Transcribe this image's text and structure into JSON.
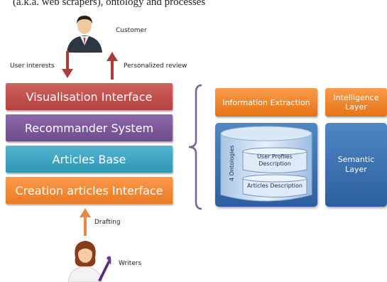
{
  "header_fragment": "(a.k.a. web scrapers), ontology and processes",
  "customer": {
    "label": "Customer"
  },
  "arrows": {
    "user_interests": "User interests",
    "personalized_review": "Personalized review",
    "drafting": "Drafting"
  },
  "layers": [
    {
      "label": "Visualisation Interface",
      "color": "#c0504d"
    },
    {
      "label": "Recommander System",
      "color": "#7f5a9c"
    },
    {
      "label": "Articles Base",
      "color": "#3fa6c0"
    },
    {
      "label": "Creation articles Interface",
      "color": "#f58a36"
    }
  ],
  "writers": {
    "label": "Writers"
  },
  "right_panel": {
    "information_extraction": "Information Extraction",
    "intelligence_layer": "Intelligence Layer",
    "ontologies_label": "4 Ontologies",
    "user_profiles": "User Profiles Description",
    "articles_description": "Articles Description",
    "semantic_layer": "Semantic Layer"
  },
  "colors": {
    "arrow_red": "#b03a3a",
    "arrow_orange": "#e68a45",
    "bracket": "#7a5f99",
    "orange": "#f08027",
    "blue": "#3b6fb2"
  },
  "icons": [
    "customer-person-icon",
    "writer-person-icon"
  ]
}
